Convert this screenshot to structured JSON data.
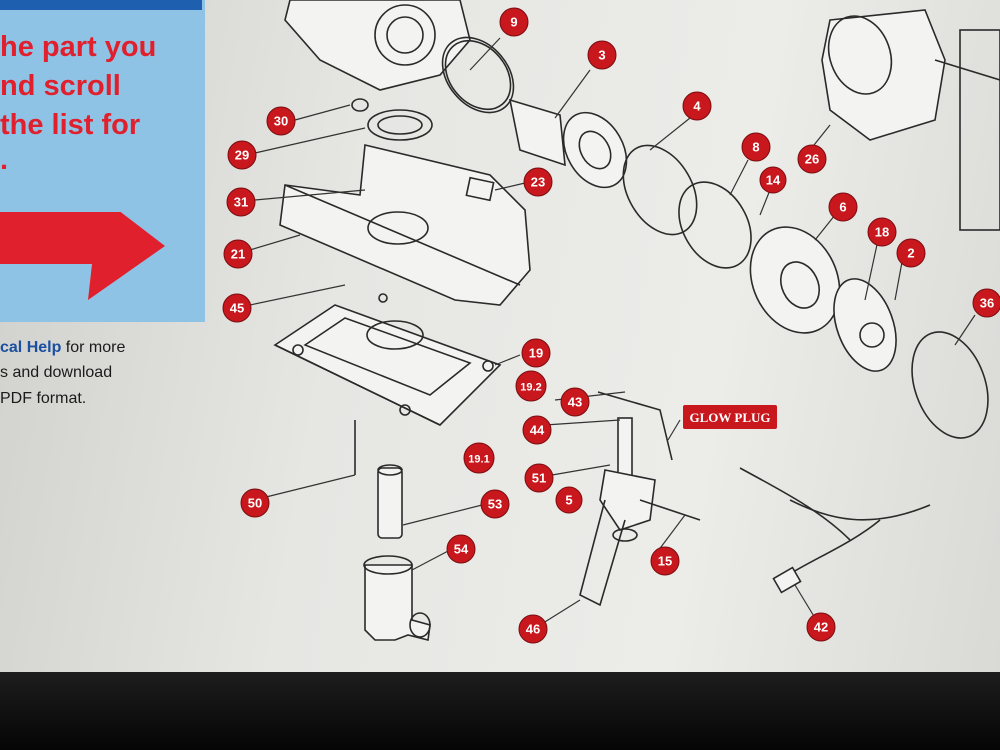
{
  "instructions": {
    "line1": "he part you",
    "line2": "nd scroll",
    "line3": "the list for",
    "line4": "."
  },
  "help_note": {
    "link_text": "cal Help",
    "line1_rest": " for more",
    "line2": "s and download",
    "line3": "PDF format."
  },
  "diagram": {
    "callouts": [
      "9",
      "3",
      "30",
      "29",
      "31",
      "23",
      "21",
      "45",
      "4",
      "8",
      "14",
      "26",
      "6",
      "18",
      "2",
      "36",
      "19",
      "19.2",
      "19.1",
      "43",
      "44",
      "51",
      "5",
      "50",
      "53",
      "54",
      "15",
      "46",
      "42"
    ],
    "tags": {
      "glow_plug": "GLOW PLUG"
    }
  },
  "colors": {
    "callout_red": "#c8171d",
    "hint_red": "#e0202c",
    "panel_blue": "#8fc3e6",
    "panel_bar": "#1e5fb0",
    "link_blue": "#1b4fa0"
  }
}
